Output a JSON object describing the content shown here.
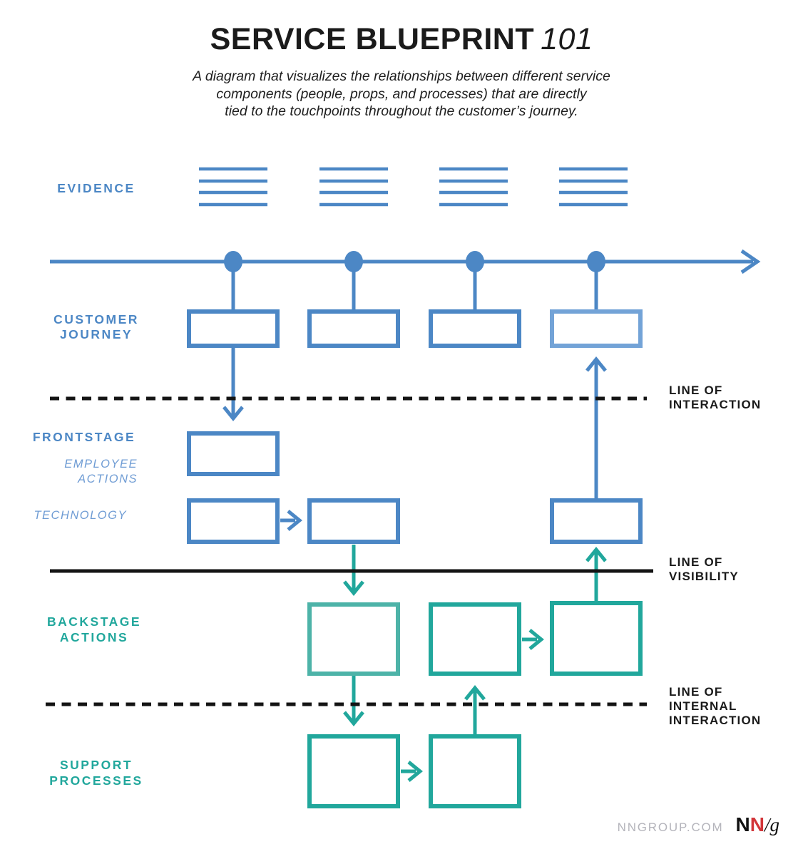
{
  "title": {
    "main": "SERVICE BLUEPRINT",
    "suffix": "101"
  },
  "subtitle": {
    "lines": [
      "A diagram that visualizes the relationships between different service",
      "components (people, props, and processes) that are directly",
      "tied to the touchpoints throughout the customer’s journey."
    ]
  },
  "row_labels": {
    "evidence": "EVIDENCE",
    "customer_journey": [
      "CUSTOMER",
      "JOURNEY"
    ],
    "frontstage": "FRONTSTAGE",
    "employee_actions": [
      "EMPLOYEE",
      "ACTIONS"
    ],
    "technology": "TECHNOLOGY",
    "backstage_actions": [
      "BACKSTAGE",
      "ACTIONS"
    ],
    "support_processes": [
      "SUPPORT",
      "PROCESSES"
    ]
  },
  "boundary_labels": {
    "interaction": [
      "LINE OF",
      "INTERACTION"
    ],
    "visibility": [
      "LINE OF",
      "VISIBILITY"
    ],
    "internal_interaction": [
      "LINE OF",
      "INTERNAL",
      "INTERACTION"
    ]
  },
  "diagram": {
    "evidence_icon": "document-lines-icon",
    "timeline_icon": "arrow-right-icon",
    "touchpoint_icon": "dot-icon",
    "touchpoint_count": 4,
    "journey_box_count": 4,
    "frontstage_box_count": 1,
    "technology_box_count": 3,
    "backstage_box_count": 3,
    "support_box_count": 2
  },
  "footer": {
    "site": "NNGROUP.COM",
    "logo": [
      "N",
      "N",
      "/g"
    ]
  },
  "colors": {
    "blue": "#4C87C5",
    "blue_light": "#73A3D7",
    "blue_soft": "#6F9CD4",
    "teal": "#21A79C",
    "teal_light": "#4DB3A8",
    "ink": "#141414",
    "gray": "#B4B4BB",
    "red": "#D23539"
  }
}
